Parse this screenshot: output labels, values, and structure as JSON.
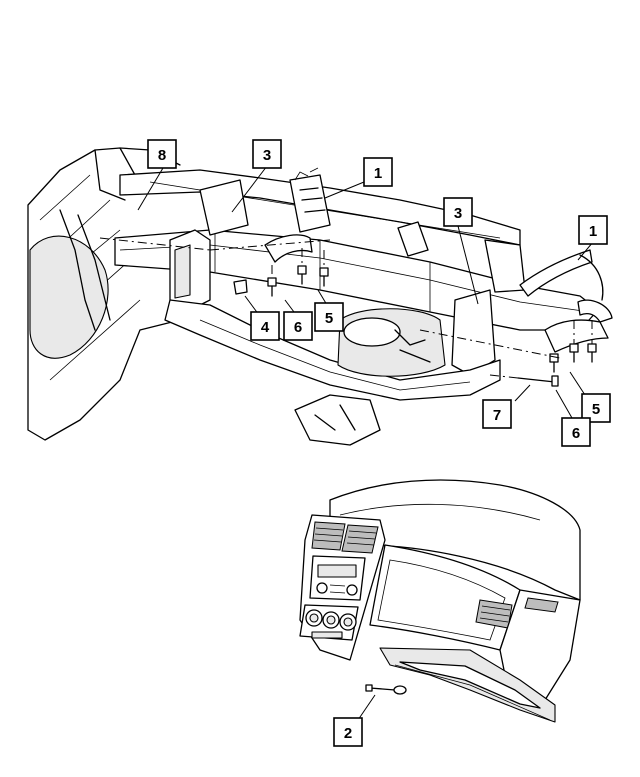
{
  "callouts": [
    {
      "id": "c8",
      "label": "8"
    },
    {
      "id": "c3a",
      "label": "3"
    },
    {
      "id": "c1a",
      "label": "1"
    },
    {
      "id": "c3b",
      "label": "3"
    },
    {
      "id": "c1b",
      "label": "1"
    },
    {
      "id": "c4",
      "label": "4"
    },
    {
      "id": "c6a",
      "label": "6"
    },
    {
      "id": "c5a",
      "label": "5"
    },
    {
      "id": "c7",
      "label": "7"
    },
    {
      "id": "c5b",
      "label": "5"
    },
    {
      "id": "c6b",
      "label": "6"
    },
    {
      "id": "c2",
      "label": "2"
    }
  ]
}
